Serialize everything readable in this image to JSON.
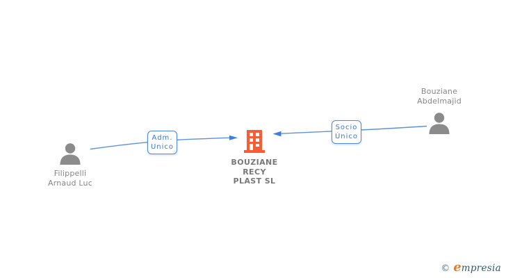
{
  "company": {
    "name": "BOUZIANE RECY PLAST SL",
    "line1": "BOUZIANE",
    "line2": "RECY",
    "line3": "PLAST SL"
  },
  "person_left": {
    "name": "Filippelli Arnaud Luc",
    "line1": "Filippelli",
    "line2": "Arnaud Luc"
  },
  "person_right": {
    "name": "Bouziane Abdelmajid",
    "line1": "Bouziane",
    "line2": "Abdelmajid"
  },
  "edge_left": {
    "label": "Adm. Unico",
    "line1": "Adm.",
    "line2": "Unico",
    "from": "Filippelli Arnaud Luc",
    "to": "BOUZIANE RECY PLAST SL"
  },
  "edge_right": {
    "label": "Socio Único",
    "line1": "Socio",
    "line2": "Único",
    "from": "Bouziane Abdelmajid",
    "to": "BOUZIANE RECY PLAST SL"
  },
  "footer": {
    "copyright_symbol": "©",
    "brand": "empresia",
    "brand_initial": "e",
    "brand_rest": "mpresia"
  },
  "colors": {
    "connector_blue": "#5b92da",
    "arrow_blue": "#3d7fe0",
    "edge_box_border": "#4f8be0",
    "edge_box_text": "#3a76cd",
    "person_gray": "#8b8b8b",
    "person_name_gray": "#858585",
    "company_text_gray": "#787878",
    "building_orange": "#fa5c35",
    "logo_teal": "#2c5a6a",
    "logo_orange": "#ee7c1f",
    "logo_copyright": "#4f7589"
  }
}
